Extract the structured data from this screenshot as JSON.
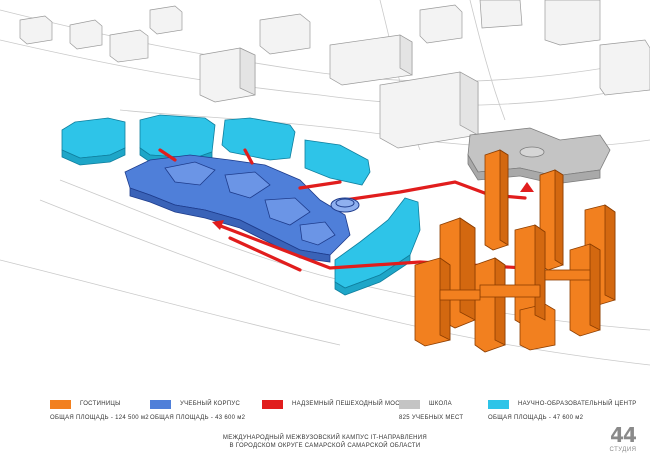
{
  "legend": {
    "hotels": {
      "label": "ГОСТИНИЦЫ",
      "sub": "ОБЩАЯ ПЛОЩАДЬ - 124 500 м2",
      "color": "#f2801f"
    },
    "academic": {
      "label": "УЧЕБНЫЙ КОРПУС",
      "sub": "ОБЩАЯ ПЛОЩАДЬ - 43 600 м2",
      "color": "#4f7fd9"
    },
    "bridge": {
      "label": "НАДЗЕМНЫЙ ПЕШЕХОДНЫЙ МОСТ",
      "color": "#e11d1d"
    },
    "school": {
      "label": "ШКОЛА",
      "sub": "825 УЧЕБНЫХ МЕСТ",
      "color": "#c4c4c4"
    },
    "science": {
      "label": "НАУЧНО-ОБРАЗОВАТЕЛЬНЫЙ ЦЕНТР",
      "sub": "ОБЩАЯ ПЛОЩАДЬ - 47 600 м2",
      "color": "#2ec4e8"
    }
  },
  "caption": {
    "line1": "МЕЖДУНАРОДНЫЙ МЕЖВУЗОВСКИЙ КАМПУС IT-НАПРАВЛЕНИЯ",
    "line2": "В ГОРОДСКОМ ОКРУГЕ САМАРСКОЙ САМАРСКОЙ ОБЛАСТИ"
  },
  "logo": {
    "number": "44",
    "text": "СТУДИЯ"
  }
}
